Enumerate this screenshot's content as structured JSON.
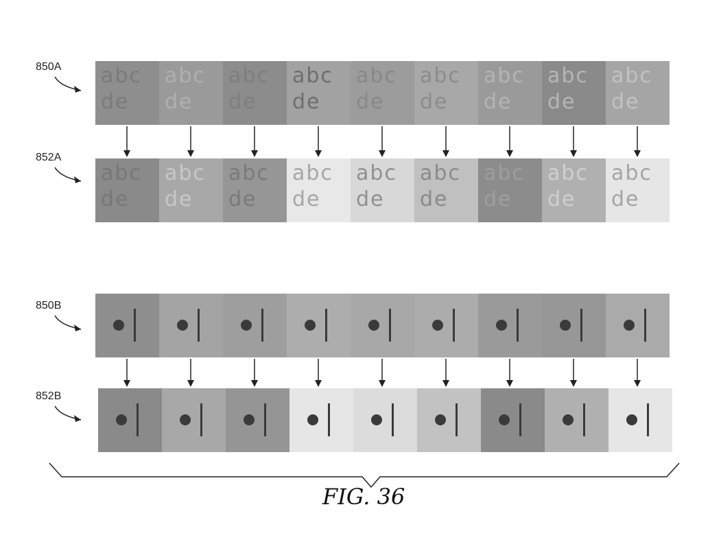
{
  "labels": {
    "row1": "850A",
    "row2": "852A",
    "row3": "850B",
    "row4": "852B"
  },
  "tile_text": {
    "line1": "abc",
    "line2": "de"
  },
  "caption": "FIG. 36",
  "rows": {
    "row_850A": {
      "bg": [
        "#8e8e8e",
        "#9a9a9a",
        "#8c8c8c",
        "#a2a2a2",
        "#9c9c9c",
        "#a8a8a8",
        "#9a9a9a",
        "#8a8a8a",
        "#a5a5a5"
      ],
      "fg": [
        "#7a7a7a",
        "#b0b0b0",
        "#7e7e7e",
        "#6e6e6e",
        "#888888",
        "#8c8c8c",
        "#b4b4b4",
        "#b6b6b6",
        "#c2c2c2"
      ]
    },
    "row_852A": {
      "bg": [
        "#8a8a8a",
        "#a8a8a8",
        "#969696",
        "#e8e8e8",
        "#d8d8d8",
        "#c0c0c0",
        "#8c8c8c",
        "#b0b0b0",
        "#e6e6e6"
      ],
      "fg": [
        "#777777",
        "#c8c8c8",
        "#7a7a7a",
        "#a6a6a6",
        "#909090",
        "#8a8a8a",
        "#9e9e9e",
        "#d0d0d0",
        "#a4a4a4"
      ]
    },
    "row_850B": {
      "bg": [
        "#8e8e8e",
        "#a4a4a4",
        "#9e9e9e",
        "#adadad",
        "#a8a8a8",
        "#acacac",
        "#9a9a9a",
        "#979797",
        "#aaaaaa"
      ]
    },
    "row_852B": {
      "bg": [
        "#8a8a8a",
        "#a8a8a8",
        "#959595",
        "#e6e6e6",
        "#dcdcdc",
        "#c2c2c2",
        "#8a8a8a",
        "#b0b0b0",
        "#e6e6e6"
      ]
    }
  }
}
